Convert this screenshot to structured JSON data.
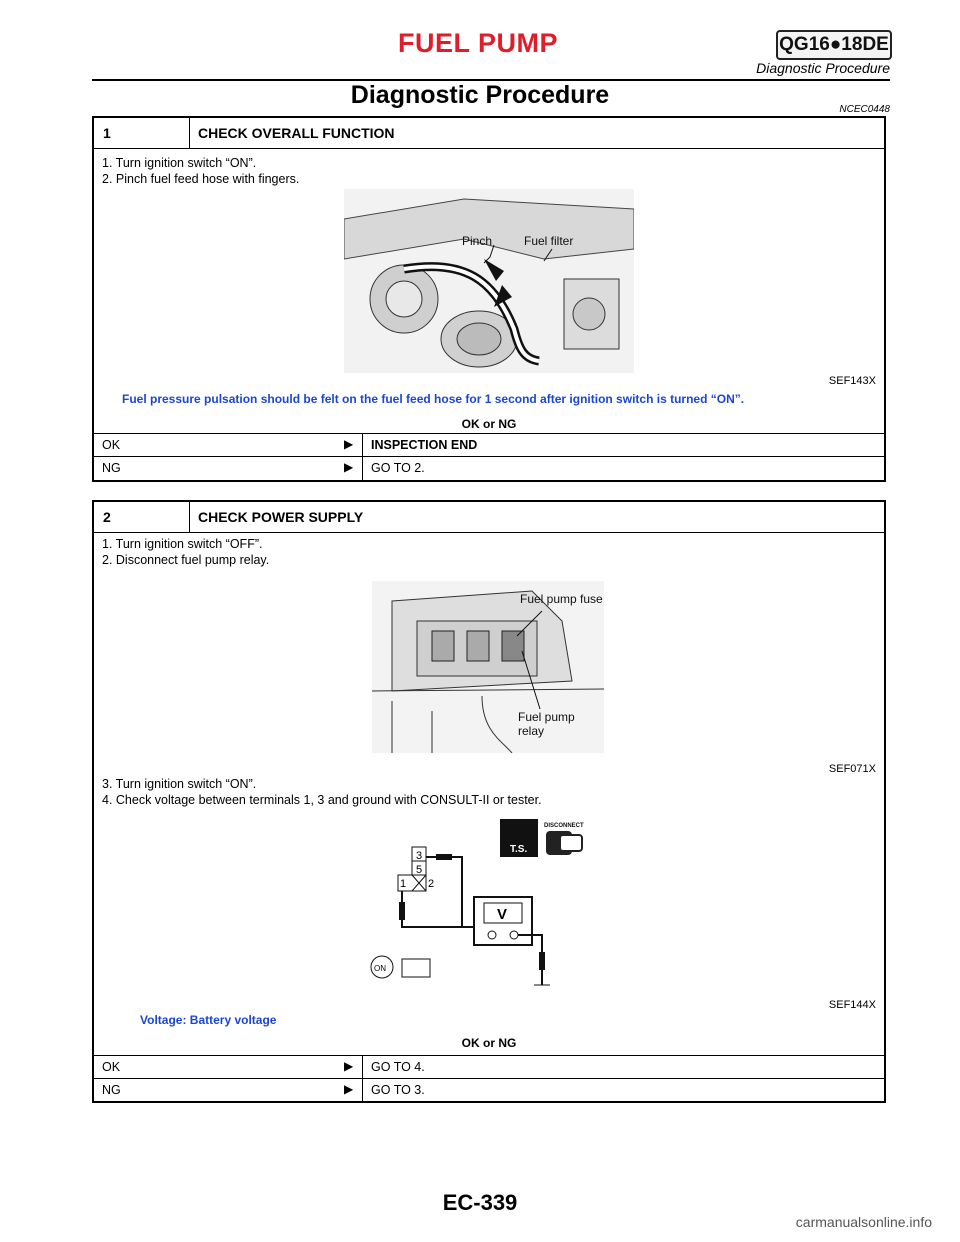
{
  "header": {
    "title": "FUEL PUMP",
    "engine": "QG16●18DE",
    "subtitle": "Diagnostic Procedure"
  },
  "page_title": "Diagnostic Procedure",
  "section_code": "NCEC0448",
  "step1": {
    "number": "1",
    "title": "CHECK OVERALL FUNCTION",
    "line1": "1. Turn ignition switch “ON”.",
    "line2": "2. Pinch fuel feed hose with fingers.",
    "fig_label_pinch": "Pinch",
    "fig_label_filter": "Fuel filter",
    "fig_code": "SEF143X",
    "spec": "Fuel pressure pulsation should be felt on the fuel feed hose for 1 second after ignition switch is turned “ON”.",
    "ok_ng": "OK or NG",
    "results": [
      {
        "key": "OK",
        "value": "INSPECTION END"
      },
      {
        "key": "NG",
        "value": "GO TO 2."
      }
    ]
  },
  "step2": {
    "number": "2",
    "title": "CHECK POWER SUPPLY",
    "line1": "1. Turn ignition switch “OFF”.",
    "line2": "2. Disconnect fuel pump relay.",
    "fig1_label_fuse": "Fuel pump fuse",
    "fig1_label_relay1": "Fuel pump",
    "fig1_label_relay2": "relay",
    "fig1_code": "SEF071X",
    "line3": "3. Turn ignition switch “ON”.",
    "line4": "4. Check voltage between terminals 1, 3 and ground with CONSULT-II or tester.",
    "fig2_disconnect": "DISCONNECT",
    "fig2_ts": "T.S.",
    "fig2_t3": "3",
    "fig2_t5": "5",
    "fig2_t1": "1",
    "fig2_t2": "2",
    "fig2_v": "V",
    "fig2_on": "ON",
    "fig2_code": "SEF144X",
    "spec": "Voltage: Battery voltage",
    "ok_ng": "OK or NG",
    "results": [
      {
        "key": "OK",
        "value": "GO TO 4."
      },
      {
        "key": "NG",
        "value": "GO TO 3."
      }
    ]
  },
  "arrow_glyph": "▶",
  "footer": "EC-339",
  "watermark": "carmanualsonline.info"
}
